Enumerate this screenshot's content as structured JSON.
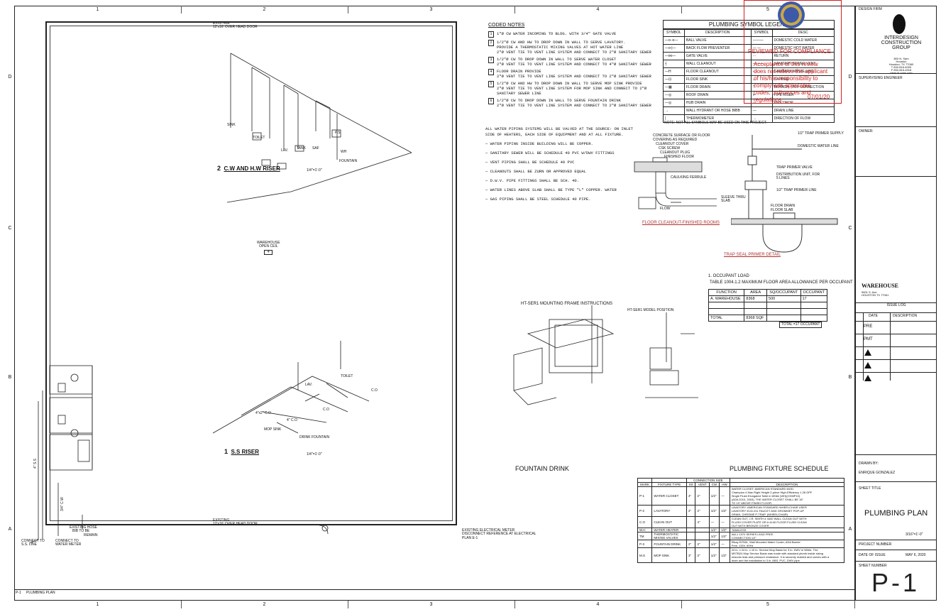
{
  "grid": {
    "columns": [
      "1",
      "2",
      "3",
      "4",
      "5"
    ],
    "rows": [
      "D",
      "C",
      "B",
      "A"
    ]
  },
  "plan": {
    "top_door": [
      "EXISTING",
      "12'x16' OVER HEAD DOOR"
    ],
    "bottom_door": [
      "EXISTING",
      "12'x16' OVER HEAD DOOR"
    ],
    "warehouse_label": [
      "WAREHOUSE",
      "OPEN CEIL"
    ],
    "warehouse_tag": "4",
    "ext_hose": [
      "EXISTING HOSE",
      "BIB TO BE",
      "REMAIN"
    ],
    "connect_ss": [
      "CONNECT TO",
      "S.S. LINE"
    ],
    "connect_water": [
      "CONNECT TO",
      "WATER METER"
    ],
    "meter_note": [
      "EXISTING ELECTRICAL METER",
      "DISCONNECT REFERENCE AT ELECTRICAL",
      "PLAN E-1"
    ],
    "dim_left": "4\" S.S",
    "dim_left2": "3/4\" C.W"
  },
  "riser_cw": {
    "number": "2",
    "title": "C.W AND H.W RISER",
    "scale": "1/4\"=1'-0\"",
    "labels": [
      "TOILET",
      "LAV.",
      "TANK",
      "SAF",
      "P.S",
      "FOUNTAIN",
      "SINK",
      "WH"
    ]
  },
  "riser_ss": {
    "number": "1",
    "title": "S.S RISER",
    "scale": "1/4\"=1'-0\"",
    "labels": [
      "TOILET",
      "LAV.",
      "C.O",
      "C.O",
      "MOP SINK",
      "DRINK FOUNTAIN",
      "4\"x2\" C.O",
      "4\" C.O"
    ]
  },
  "coded_notes": {
    "title": "CODED NOTES",
    "items": [
      {
        "n": "1",
        "text": [
          "1\"Ø CW WATER INCOMING TO BLDG. WITH 3/4\" GATE VALVE"
        ]
      },
      {
        "n": "2",
        "text": [
          "1/2\"Ø CW AND HW TO DROP DOWN IN WALL TO SERVE LAVATORY.",
          "PROVIDE A THERMOSTATIC MIXING VALVES AT HOT WATER LINE",
          "2\"Ø VENT TIE TO VENT LINE SYSTEM AND CONNECT TO 2\"Ø SANITARY SEWER"
        ]
      },
      {
        "n": "3",
        "text": [
          "1/2\"Ø CW TO DROP DOWN IN WALL TO SERVE WATER CLOSET",
          "2\"Ø VENT TIE TO VENT LINE SYSTEM AND CONNECT TO 4\"Ø SANITARY SEWER"
        ]
      },
      {
        "n": "4",
        "text": [
          "FLOOR DRAIN PROVIDE",
          "2\"Ø VENT TIE TO VENT LINE SYSTEM AND CONNECT TO 2\"Ø SANITARY SEWER"
        ]
      },
      {
        "n": "5",
        "text": [
          "1/2\"Ø CW AND HW TO DROP DOWN IN WALL TO SERVE MOP SINK PROVIDE",
          "2\"Ø VENT TIE TO VENT LINE SYSTEM FOR MOP SINK AND CONNECT TO 2\"Ø",
          "SANITARY SEWER LINE"
        ]
      },
      {
        "n": "6",
        "text": [
          "1/2\"Ø CW TO DROP DOWN IN WALL TO SERVE FOUNTAIN DRINK",
          "2\"Ø VENT TIE TO VENT LINE SYSTEM AND CONNECT TO 2\"Ø SANITARY SEWER"
        ]
      }
    ]
  },
  "general_notes": [
    "ALL WATER PIPING SYSTEMS WILL BE VALVED AT THE SOURCE: ON INLET",
    "SIDE OF HEATERS, EACH SIDE OF EQUIPMENT AND AT ALL FIXTURE.",
    "WATER PIPING INSIDE BUILDING WILL BE COPPER.",
    "SANITARY SEWER WILL BE SCHEDULE 40 PVC W/DWV FITTINGS",
    "VENT PIPING SHALL BE SCHEDULE 40 PVC",
    "CLEANOUTS SHALL BE ZURN OR APPROVED EQUAL",
    "D.W.V. PIPE FITTINGS SHALL BE SCH. 40.",
    "WATER LINES ABOVE SLAB SHALL BE TYPE \"L\" COPPER. WATER",
    "GAS PIPING SHALL BE STEEL SCHEDULE 40 PIPE."
  ],
  "legend": {
    "title": "PLUMBING SYMBOL LEGEND",
    "headers": [
      "SYMBOL",
      "DESCRIPTION",
      "SYMBOL",
      "DESC"
    ],
    "left": [
      {
        "sym": "—⊳⊲—",
        "desc": "BALL VALVE"
      },
      {
        "sym": "—⊳|—",
        "desc": "BACK FLOW PREVENTER"
      },
      {
        "sym": "—⋈—",
        "desc": "GATE VALVE"
      },
      {
        "sym": "┤",
        "desc": "WALL CLEANOUT"
      },
      {
        "sym": "—H",
        "desc": "FLOOR CLEANOUT"
      },
      {
        "sym": "—⊡",
        "desc": "FLOOR SINK"
      },
      {
        "sym": "—▦",
        "desc": "FLOOR DRAIN"
      },
      {
        "sym": "—◎",
        "desc": "ROOF DRAIN"
      },
      {
        "sym": "—◎",
        "desc": "HUB DRAIN"
      },
      {
        "sym": "→",
        "desc": "WALL HYDRANT OR HOSE BIBB"
      },
      {
        "sym": "|",
        "desc": "THERMOMETER"
      }
    ],
    "right": [
      {
        "sym": "———",
        "desc": "DOMESTIC COLD WATER"
      },
      {
        "sym": "— —",
        "desc": "DOMESTIC HOT WATER"
      },
      {
        "sym": "···",
        "desc": "RETURN"
      },
      {
        "sym": "———",
        "desc": "SANITARY SEWER VENT"
      },
      {
        "sym": "– –",
        "desc": "SANITARY WASTE LINE"
      },
      {
        "sym": "⊥",
        "desc": "CAPPED"
      },
      {
        "sym": "⊤",
        "desc": "BRANCH - TOP CONNECTION"
      },
      {
        "sym": "⊢",
        "desc": "PIPE RISER"
      },
      {
        "sym": "⊣",
        "desc": "PIPE DROP"
      },
      {
        "sym": "—",
        "desc": "DRAIN LINE"
      },
      {
        "sym": "→",
        "desc": "DIRECTION OF FLOW"
      }
    ],
    "note": "NOTE:  NOT ALL SYMBOLS MAY BE USED ON THIS PROJECT."
  },
  "stamp": {
    "title": "REVIEWED FOR COMPLIANCE",
    "lines": [
      "Acceptance of this review",
      "does not relieve the applicant",
      "of his/her responsibility to",
      "comply with applicable",
      "codes, ordinances and",
      "regulations."
    ],
    "date": "07/01/20"
  },
  "floor_cleanout": {
    "title": "FLOOR CLEANOUT-FINISHED ROOMS",
    "labels": [
      "CONCRETE SURFACE OR FLOOR",
      "COVERING AS REQUIRED",
      "CLEANOUT COVER",
      "CSK SCREW",
      "CLEANOUT PLUG",
      "FINISHED FLOOR",
      "CAULKING FERRULE",
      "FLOW"
    ]
  },
  "trap_seal": {
    "title": "TRAP SEAL PRIMER DETAIL",
    "labels": [
      "1/2\" TRAP PRIMER SUPPLY",
      "DOMESTIC WATER LINE",
      "TRAP PRIMER VALVE",
      "DISTRIBUTION UNIT, FOR",
      "5 LINES",
      "1/2\" TRAP PRIMER LINE",
      "SLEEVE THRU",
      "SLAB",
      "FLOOR DRAIN",
      "FLOOR SLAB"
    ]
  },
  "occupant": {
    "title": "1.  OCCUPANT LOAD",
    "subtitle": "TABLE  1004.1.2   MAXIMUM FLOOR AREA ALLOWANCE PER OCCUPANT",
    "headers": [
      "FUNCTION",
      "AREA",
      "SQ/OCCUPANT",
      "OCCUPANT"
    ],
    "rows": [
      [
        "A. WAREHOUSE",
        "8368",
        "500",
        "17"
      ],
      [
        "",
        "",
        "",
        ""
      ],
      [
        "",
        "",
        "",
        ""
      ],
      [
        "TOTAL",
        "8368 SQF",
        "",
        ""
      ]
    ],
    "total": "TOTAL =17 OCCUPANT"
  },
  "mounting": {
    "title": "HT-SER1 MOUNTING FRAME INSTRUCTIONS",
    "side_title": "HT-SER1 MODEL POSITION",
    "caption": "FOUNTAIN DRINK"
  },
  "fixture_schedule": {
    "title": "PLUMBING FIXTURE SCHEDULE",
    "group_header": "CONNECTION SIZE",
    "headers": [
      "MARK",
      "FIXTURE TYPE",
      "SS",
      "VENT",
      "CW",
      "HW",
      "DESCRIPTION"
    ],
    "rows": [
      {
        "mark": "P-1",
        "type": "WATER CLOSET",
        "ss": "4\"",
        "vent": "2\"",
        "cw": "1/2\"",
        "hw": "—",
        "desc": [
          "WATER CLOSET: AMERICAN STANDARD MOD.",
          "Champion 4 Max Right Height 2-piece High-Efficiency 1.28 GPF",
          "Single Flush Elongated Toilet in White (WH)(CHMP10)",
          "(ADA 2010, 2003). THE WATER CLOSET SHALL BE 16\"",
          "TO 19\" ABOVE FINISH FLOOR."
        ]
      },
      {
        "mark": "P-2",
        "type": "LAVATORY",
        "ss": "2\"",
        "vent": "2\"",
        "cw": "1/2\"",
        "hw": "1/2\"",
        "desc": [
          "LAVATORY: AMERICAN STANDARD WHEELCHAIR USER",
          "LAVATORY 9141.011 FAUCET AND GROMMET POP-UP",
          "DRAIN, CHROME P-TRAP. (WHEELCHAIR)"
        ]
      },
      {
        "mark": "C.O",
        "type": "CLEAN OUT",
        "ss": "",
        "vent": "4\"",
        "cw": "—",
        "hw": "—",
        "desc": [
          "CLEAN OUT, J.R. SMITH # 4440 WALL CLEAN OUT WITH",
          "FLUSH COVER PLATE OR # 4140 FLOOR FLUSH CLEAN",
          "OUT WITH BRONZE COVER"
        ]
      },
      {
        "mark": "W.H",
        "type": "WATER HEATER",
        "ss": "",
        "vent": "",
        "cw": "1/2\"",
        "hw": "1/2\"",
        "desc": [
          "TANKLESS"
        ]
      },
      {
        "mark": "TM",
        "type": "THERMOSTATIC MIXING VALVES",
        "ss": "",
        "vent": "",
        "cw": "1/2\"",
        "hw": "1/2\"",
        "desc": [
          "AM-1 1070 SERIES LEAD FREE",
          "CONNECTION 1/2\""
        ]
      },
      {
        "mark": "P-3",
        "type": "FOUNTAIN DRINK",
        "ss": "2\"",
        "vent": "2\"",
        "cw": "1/2\"",
        "hw": "—",
        "desc": [
          "Elkay EZS8L, Wall Mounted Water Cooler, ADA Barrier",
          "Free, 115V, 60Hz"
        ]
      },
      {
        "mark": "M.S",
        "type": "MOP SINK",
        "ss": "3\"",
        "vent": "2\"",
        "cw": "1/2\"",
        "hw": "1/2\"",
        "desc": [
          "24 in. x 24 in. x 10 in. Service Mop Basin for 3 in. DWV in White. The",
          "MSTB24 Mop Service Basin was made with standard plumb inside sizing",
          "ensures leak and pressure resistance. It is securely molded and comes with a",
          "drain and the installation to 3 in. ABS, PVC, DWV pipe."
        ]
      }
    ]
  },
  "title_block": {
    "design_firm_label": "DESIGN FIRM",
    "firm_name": [
      "INTERDESIGN",
      "CONSTRUCTION",
      "GROUP"
    ],
    "firm_address": [
      "800 N. Sam",
      "Houston",
      "Houston, TX 77060",
      "T  832-816-4000",
      "F  832-816-4318",
      "www.id-cons.com"
    ],
    "supervising_label": "SUPERVISING ENGINEER",
    "owner_label": "OWNER:",
    "project_name": "WAREHOUSE",
    "project_address": [
      "9601 S. Ave",
      "HOUSTON TX 77061"
    ],
    "issue_log_label": "ISSUE LOG",
    "issue_headers": [
      "DATE",
      "DESCRIPTION"
    ],
    "issue_rows": [
      "PRE",
      "PMT",
      "1",
      "2",
      "3"
    ],
    "drawn_by_label": "DRAWN BY:",
    "drawn_by": "ENRIQUE GONZALEZ",
    "sheet_title_label": "SHEET TITLE",
    "sheet_title": "PLUMBING PLAN",
    "scale": "3/16\"=1'-0\"",
    "project_number_label": "PROJECT NUMBER",
    "date_label": "DATE OF ISSUE",
    "date": "MAY 6, 2020",
    "sheet_number_label": "SHEET NUMBER",
    "sheet_number": "P-1"
  },
  "footer": {
    "sheet_ref": "P-1",
    "sheet_name": "PLUMBING PLAN"
  }
}
